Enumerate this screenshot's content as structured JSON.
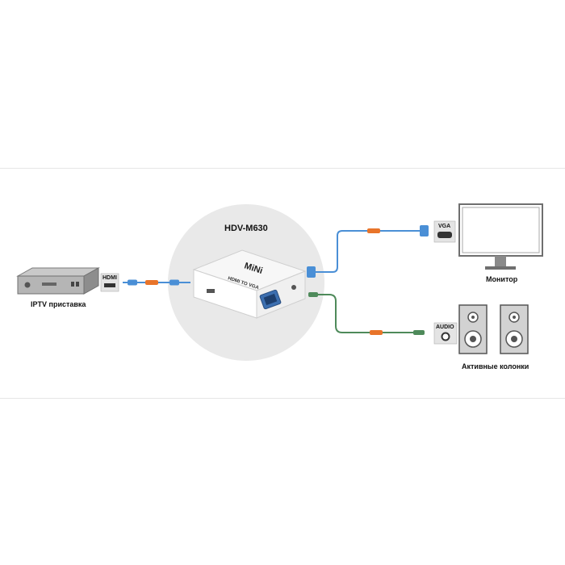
{
  "converter": {
    "model": "HDV-M630",
    "brand": "MiNi",
    "face_label": "HDMI TO VGA"
  },
  "devices": {
    "source_label": "IPTV приставка",
    "monitor_label": "Монитор",
    "speakers_label": "Активные колонки"
  },
  "ports": {
    "hdmi": "HDMI",
    "vga": "VGA",
    "audio": "AUDIO"
  },
  "colors": {
    "cable_blue": "#4a8fd6",
    "cable_green": "#4e8a5a",
    "connector_orange": "#e8742a",
    "device_gray": "#9a9a9a",
    "circle_bg": "#e9e9e9"
  }
}
